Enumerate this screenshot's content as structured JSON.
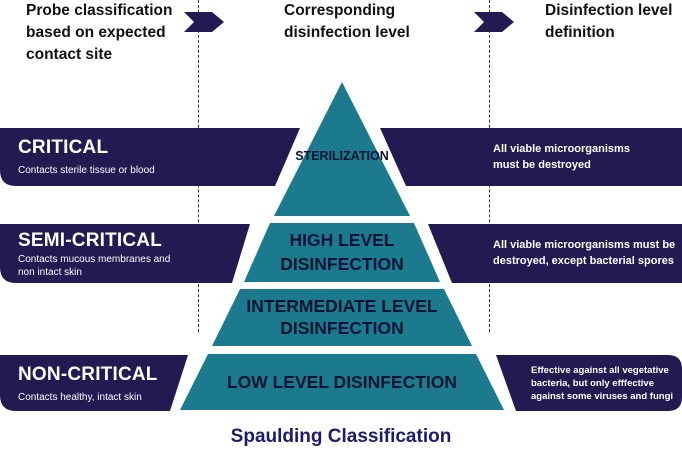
{
  "headers": {
    "probe": "Probe classification\nbased on expected\ncontact site",
    "level": "Corresponding\ndisinfection level",
    "definition": "Disinfection level\ndefinition"
  },
  "categories": [
    {
      "title": "CRITICAL",
      "subtitle": "Contacts sterile tissue or blood"
    },
    {
      "title": "SEMI-CRITICAL",
      "subtitle": "Contacts mucous membranes and\nnon intact skin"
    },
    {
      "title": "NON-CRITICAL",
      "subtitle": "Contacts healthy, intact skin"
    }
  ],
  "levels": {
    "sterilization": "STERILIZATION",
    "high": "HIGH LEVEL\nDISINFECTION",
    "intermediate": "INTERMEDIATE LEVEL\nDISINFECTION",
    "low": "LOW LEVEL DISINFECTION"
  },
  "definitions": {
    "critical": "All viable microorganisms\nmust be destroyed",
    "semi_critical": "All viable microorganisms must be\ndestroyed, except bacterial spores",
    "non_critical": "Effective against all vegetative\nbacteria, but only efffective\nagainst some viruses and fungi"
  },
  "caption": "Spaulding Classification",
  "colors": {
    "band": "#231a52",
    "pyramid": "#1b7a8e",
    "caption": "#1f1a6e"
  }
}
